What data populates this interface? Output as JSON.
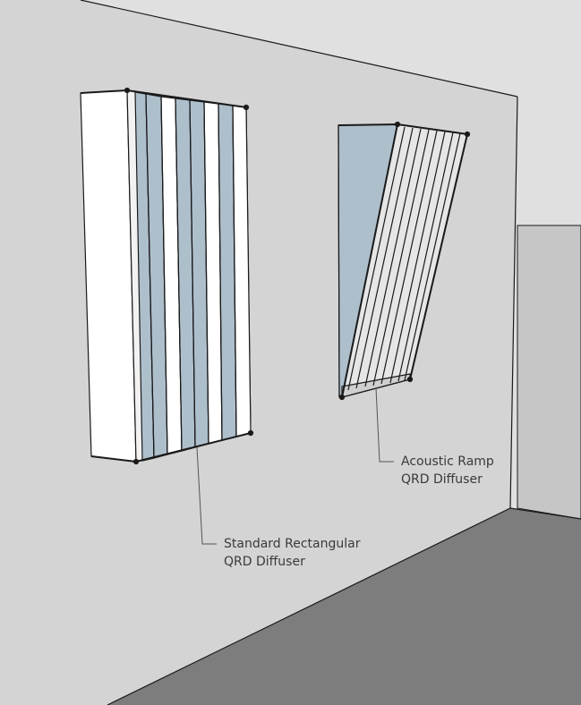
{
  "labels": {
    "standard_diffuser": {
      "line1": "Standard Rectangular",
      "line2": "QRD Diffuser"
    },
    "ramp_diffuser": {
      "line1": "Acoustic Ramp",
      "line2": "QRD Diffuser"
    }
  },
  "colors": {
    "sky": "#e0e0e0",
    "wall": "#d4d4d4",
    "side_wall": "#c6c6c6",
    "floor": "#7d7d7d",
    "panel_white": "#ffffff",
    "panel_blue": "#aebfcc",
    "edge": "#1a1a1a",
    "leader": "#555555"
  }
}
